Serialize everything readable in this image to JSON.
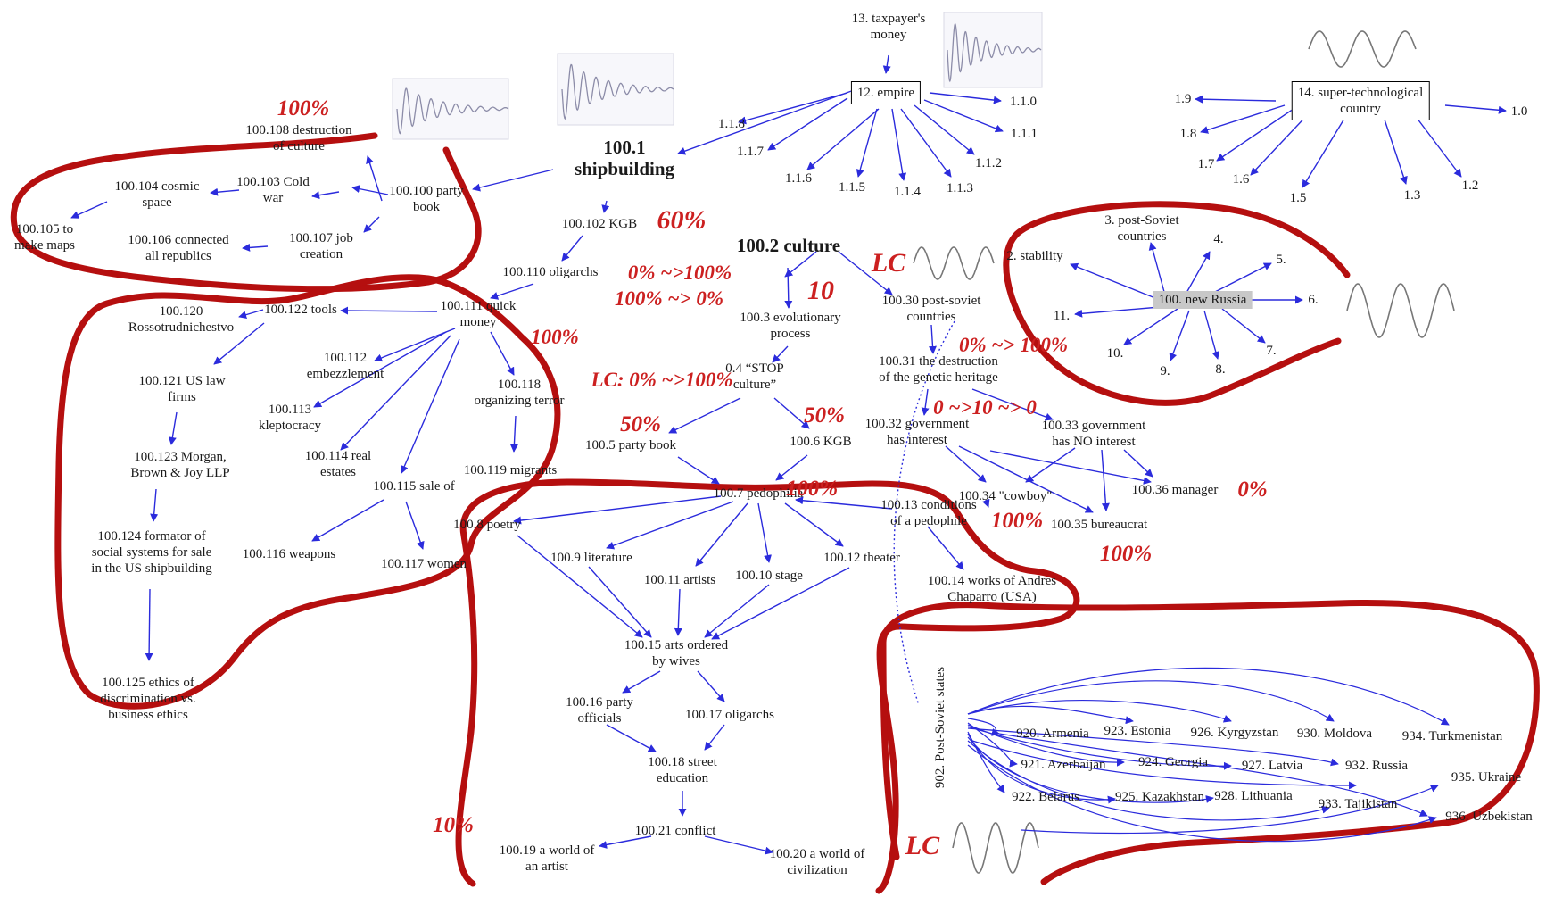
{
  "colors": {
    "edge": "#2b2bdc",
    "region": "#b50f0f",
    "label_red": "#cc2020",
    "wave": "#8c8ca8"
  },
  "nodes": {
    "n13": "13. taxpayer's\nmoney",
    "n12": "12. empire",
    "n118": "1.1.8",
    "n110": "1.1.0",
    "n111": "1.1.1",
    "n117": "1.1.7",
    "n112": "1.1.2",
    "n116": "1.1.6",
    "n115": "1.1.5",
    "n114": "1.1.4",
    "n113": "1.1.3",
    "n14": "14. super-technological\ncountry",
    "r19": "1.9",
    "r18": "1.8",
    "r17": "1.7",
    "r16": "1.6",
    "r15": "1.5",
    "r13": "1.3",
    "r12": "1.2",
    "r10": "1.0",
    "n100_108": "100.108 destruction\nof culture",
    "n100_1": "100.1\nshipbuilding",
    "n100_104": "100.104 cosmic\nspace",
    "n100_103": "100.103 Cold\nwar",
    "n100_100": "100.100 party\nbook",
    "n100_105": "100.105 to\nmake maps",
    "n100_106": "100.106 connected\nall republics",
    "n100_107": "100.107 job\ncreation",
    "n100_102": "100.102 KGB",
    "n100_2": "100.2 culture",
    "n100_110": "100.110 oligarchs",
    "n100_120": "100.120\nRossotrudnichestvo",
    "n100_122": "100.122 tools",
    "n100_111": "100.111 quick\nmoney",
    "n100_121": "100.121 US law\nfirms",
    "n100_112": "100.112\nembezzlement",
    "n100_118": "100.118\norganizing terror",
    "n100_113": "100.113\nkleptocracy",
    "n100_114": "100.114 real\nestates",
    "n100_119": "100.119 migrants",
    "n100_123": "100.123 Morgan,\nBrown & Joy LLP",
    "n100_115": "100.115 sale of",
    "n100_124": "100.124 formator of\nsocial systems for sale\nin the US shipbuilding",
    "n100_116": "100.116 weapons",
    "n100_117": "100.117 women",
    "n100_125": "100.125 ethics of\ndiscrimination vs.\nbusiness ethics",
    "n100_3": "100.3 evolutionary\nprocess",
    "n0_4": "0.4 “STOP\nculture”",
    "n100_5": "100.5 party book",
    "n100_6": "100.6 KGB",
    "n100_7": "100.7 pedophilia",
    "n100_8": "100.8 poetry",
    "n100_9": "100.9 literature",
    "n100_11": "100.11 artists",
    "n100_10": "100.10 stage",
    "n100_12": "100.12 theater",
    "n100_13": "100.13 conditions\nof a pedophile",
    "n100_14": "100.14 works of Andres\nChaparro (USA)",
    "n100_15": "100.15 arts ordered\nby wives",
    "n100_16": "100.16 party\nofficials",
    "n100_17": "100.17 oligarchs",
    "n100_18": "100.18 street\neducation",
    "n100_21": "100.21 conflict",
    "n100_19": "100.19 a world of\nan artist",
    "n100_20": "100.20 a world of\ncivilization",
    "n100_30": "100.30 post-soviet\ncountries",
    "n100_31": "100.31 the destruction\nof the genetic heritage",
    "n100_32": "100.32 government\nhas interest",
    "n100_33": "100.33 government\nhas NO interest",
    "n100_34": "100.34 \"cowboy\"",
    "n100_35": "100.35 bureaucrat",
    "n100_36": "100.36 manager",
    "c3": "3. post-Soviet\ncountries",
    "c2": "2. stability",
    "c4": "4.",
    "c5": "5.",
    "c100": "100. new Russia",
    "c6": "6.",
    "c11": "11.",
    "c10": "10.",
    "c9": "9.",
    "c8": "8.",
    "c7": "7.",
    "s902": "902. Post-Soviet states",
    "s920": "920. Armenia",
    "s923": "923. Estonia",
    "s926": "926. Kyrgyzstan",
    "s930": "930. Moldova",
    "s934": "934. Turkmenistan",
    "s921": "921. Azerbaijan",
    "s924": "924. Georgia",
    "s927": "927. Latvia",
    "s932": "932. Russia",
    "s935": "935. Ukraine",
    "s922": "922. Belarus",
    "s925": "925. Kazakhstan",
    "s928": "928. Lithuania",
    "s933": "933. Tajikistan",
    "s936": "936. Uzbekistan"
  },
  "labels": {
    "l100a": "100%",
    "l60": "60%",
    "l0to100": "0% ~>100%",
    "l100to0": "100% ~> 0%",
    "l10": "10",
    "l100b": "100%",
    "lLC1": "LC",
    "lLC2": "LC: 0% ~>100%",
    "l0to100b": "0% ~> 100%",
    "l0to10to0": "0 ~>10 ~> 0",
    "l50a": "50%",
    "l50b": "50%",
    "l100c": "100%",
    "l100d": "100%",
    "l0": "0%",
    "l100e": "100%",
    "l10p": "10%",
    "lLC3": "LC"
  }
}
